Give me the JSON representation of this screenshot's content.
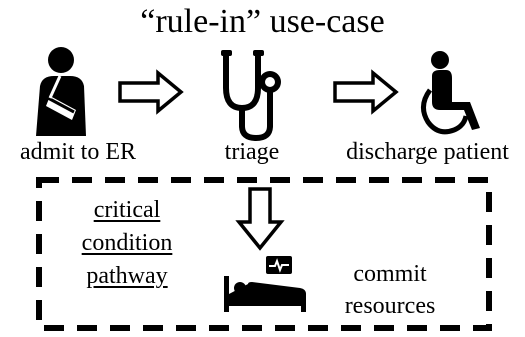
{
  "title": "“rule-in” use-case",
  "steps": [
    {
      "label": "admit to ER",
      "icon": "injured-person-icon"
    },
    {
      "label": "triage",
      "icon": "stethoscope-icon"
    },
    {
      "label": "discharge patient",
      "icon": "wheelchair-icon"
    }
  ],
  "pathway": {
    "lines": [
      "critical",
      "condition",
      "pathway"
    ],
    "action_lines": [
      "commit",
      "resources"
    ],
    "icon": "hospital-bed-icon"
  },
  "colors": {
    "foreground": "#000000",
    "background": "#ffffff"
  }
}
